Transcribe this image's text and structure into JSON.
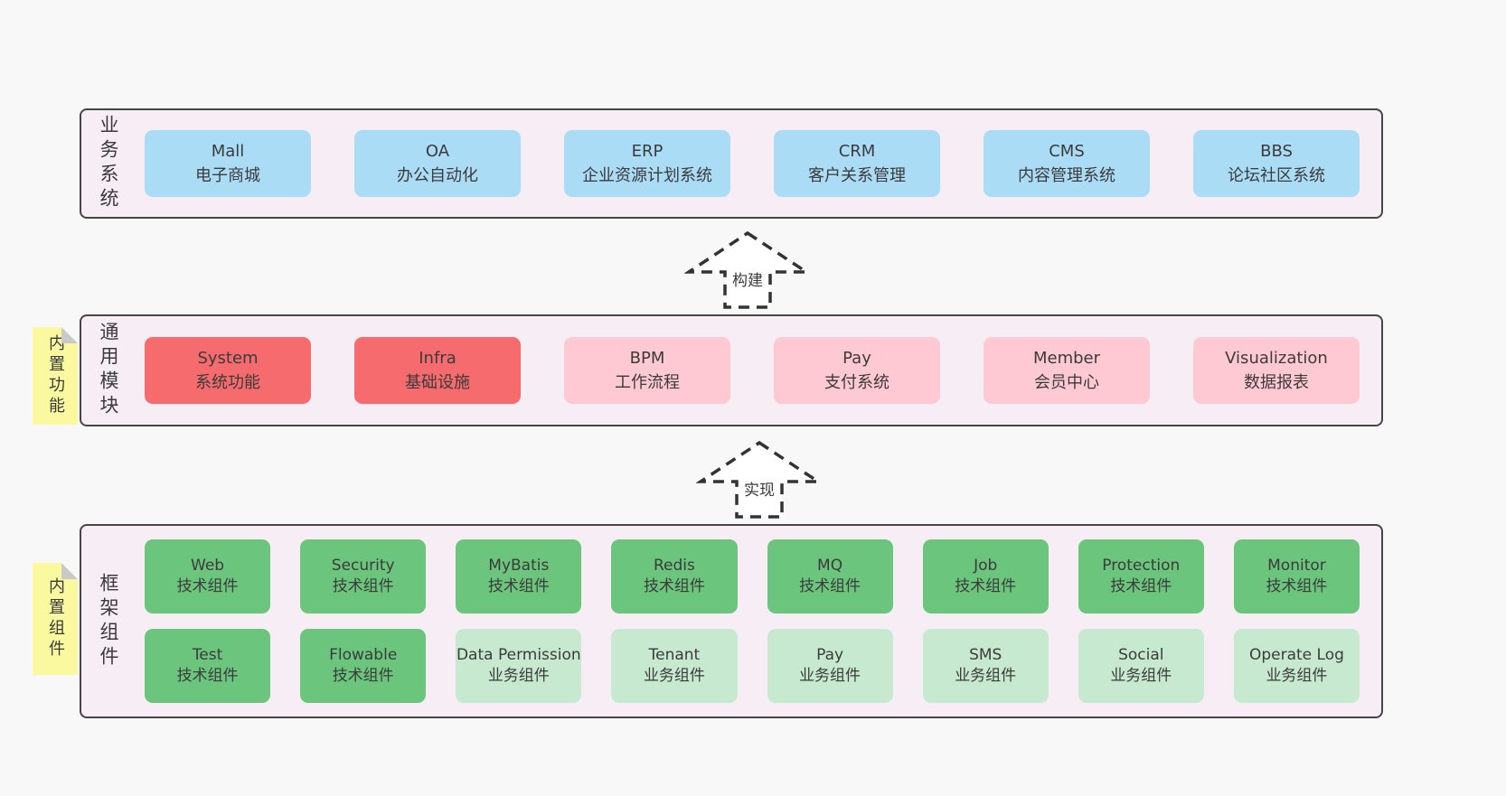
{
  "colors": {
    "page_bg": "#f8f8f8",
    "band_bg": "#f7edf5",
    "band_border": "#454545",
    "blue": "#abdcf5",
    "red": "#f56b6e",
    "pink": "#fec9d2",
    "green": "#6cc57c",
    "green_light": "#c7e9cf",
    "yellow": "#fbf9a0",
    "fold": "#c9c9c9",
    "text": "#3c3c3c"
  },
  "arrows": [
    {
      "label": "构建"
    },
    {
      "label": "实现"
    }
  ],
  "bands": [
    {
      "label": "业务系统",
      "boxes": [
        {
          "title": "Mall",
          "subtitle": "电子商城",
          "type": "blue"
        },
        {
          "title": "OA",
          "subtitle": "办公自动化",
          "type": "blue"
        },
        {
          "title": "ERP",
          "subtitle": "企业资源计划系统",
          "type": "blue"
        },
        {
          "title": "CRM",
          "subtitle": "客户关系管理",
          "type": "blue"
        },
        {
          "title": "CMS",
          "subtitle": "内容管理系统",
          "type": "blue"
        },
        {
          "title": "BBS",
          "subtitle": "论坛社区系统",
          "type": "blue"
        }
      ]
    },
    {
      "label": "通用模块",
      "sticky": "内置功能",
      "boxes": [
        {
          "title": "System",
          "subtitle": "系统功能",
          "type": "red"
        },
        {
          "title": "Infra",
          "subtitle": "基础设施",
          "type": "red"
        },
        {
          "title": "BPM",
          "subtitle": "工作流程",
          "type": "pink"
        },
        {
          "title": "Pay",
          "subtitle": "支付系统",
          "type": "pink"
        },
        {
          "title": "Member",
          "subtitle": "会员中心",
          "type": "pink"
        },
        {
          "title": "Visualization",
          "subtitle": "数据报表",
          "type": "pink"
        }
      ]
    },
    {
      "label": "框架组件",
      "sticky": "内置组件",
      "boxes": [
        {
          "title": "Web",
          "subtitle": "技术组件",
          "type": "green"
        },
        {
          "title": "Security",
          "subtitle": "技术组件",
          "type": "green"
        },
        {
          "title": "MyBatis",
          "subtitle": "技术组件",
          "type": "green"
        },
        {
          "title": "Redis",
          "subtitle": "技术组件",
          "type": "green"
        },
        {
          "title": "MQ",
          "subtitle": "技术组件",
          "type": "green"
        },
        {
          "title": "Job",
          "subtitle": "技术组件",
          "type": "green"
        },
        {
          "title": "Protection",
          "subtitle": "技术组件",
          "type": "green"
        },
        {
          "title": "Monitor",
          "subtitle": "技术组件",
          "type": "green"
        },
        {
          "title": "Test",
          "subtitle": "技术组件",
          "type": "green"
        },
        {
          "title": "Flowable",
          "subtitle": "技术组件",
          "type": "green"
        },
        {
          "title": "Data Permission",
          "subtitle": "业务组件",
          "type": "green-light"
        },
        {
          "title": "Tenant",
          "subtitle": "业务组件",
          "type": "green-light"
        },
        {
          "title": "Pay",
          "subtitle": "业务组件",
          "type": "green-light"
        },
        {
          "title": "SMS",
          "subtitle": "业务组件",
          "type": "green-light"
        },
        {
          "title": "Social",
          "subtitle": "业务组件",
          "type": "green-light"
        },
        {
          "title": "Operate Log",
          "subtitle": "业务组件",
          "type": "green-light"
        }
      ]
    }
  ]
}
